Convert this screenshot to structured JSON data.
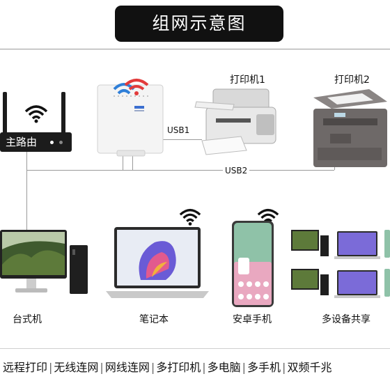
{
  "title": "组网示意图",
  "router": {
    "label": "主路由"
  },
  "links": {
    "usb1": "USB1",
    "usb2": "USB2"
  },
  "printers": [
    {
      "label": "打印机1"
    },
    {
      "label": "打印机2"
    }
  ],
  "devices": [
    {
      "label": "台式机"
    },
    {
      "label": "笔记本"
    },
    {
      "label": "安卓手机"
    },
    {
      "label": "多设备共享"
    }
  ],
  "features": [
    "远程打印",
    "无线连网",
    "网线连网",
    "多打印机",
    "多电脑",
    "多手机",
    "双频千兆"
  ],
  "colors": {
    "title_bg": "#111111",
    "wifi_red": "#e23b3b",
    "wifi_blue": "#2f7fd8",
    "line": "#9a9a9a"
  }
}
